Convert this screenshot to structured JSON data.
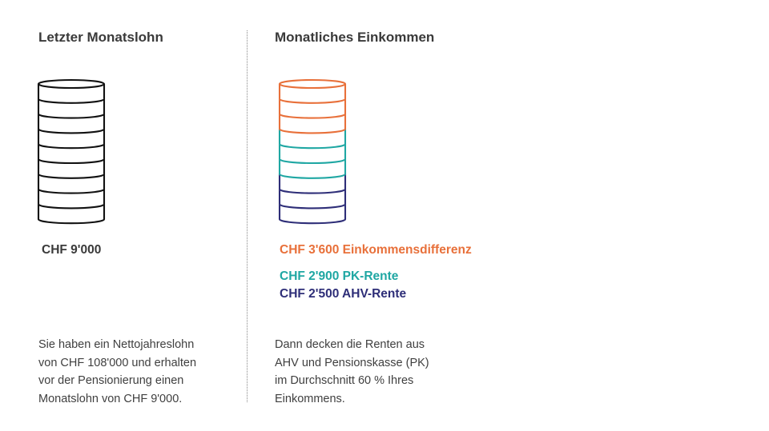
{
  "colors": {
    "text": "#333333",
    "left_stack": "#111111",
    "difference": "#E8703A",
    "pk": "#1FA7A3",
    "ahv": "#2E2E78"
  },
  "left": {
    "heading": "Letzter Monatslohn",
    "amount": "CHF 9'000",
    "coins": 9,
    "description": [
      "Sie haben ein Nettojahreslohn",
      "von CHF 108'000 und erhalten",
      "vor der Pensionierung einen",
      "Monatslohn von CHF 9'000."
    ]
  },
  "right": {
    "heading": "Monatliches Einkommen",
    "segments": [
      {
        "name": "difference",
        "label": "CHF 3'600 Einkommensdifferenz",
        "coins": 3,
        "color": "#E8703A"
      },
      {
        "name": "pk",
        "label": "CHF 2'900 PK-Rente",
        "coins": 3,
        "color": "#1FA7A3"
      },
      {
        "name": "ahv",
        "label": "CHF 2'500 AHV-Rente",
        "coins": 3,
        "color": "#2E2E78"
      }
    ],
    "description": [
      "Dann decken die Renten aus",
      "AHV und  Pensionskasse (PK)",
      "im Durchschnitt  60 % Ihres",
      "Einkommens."
    ]
  }
}
